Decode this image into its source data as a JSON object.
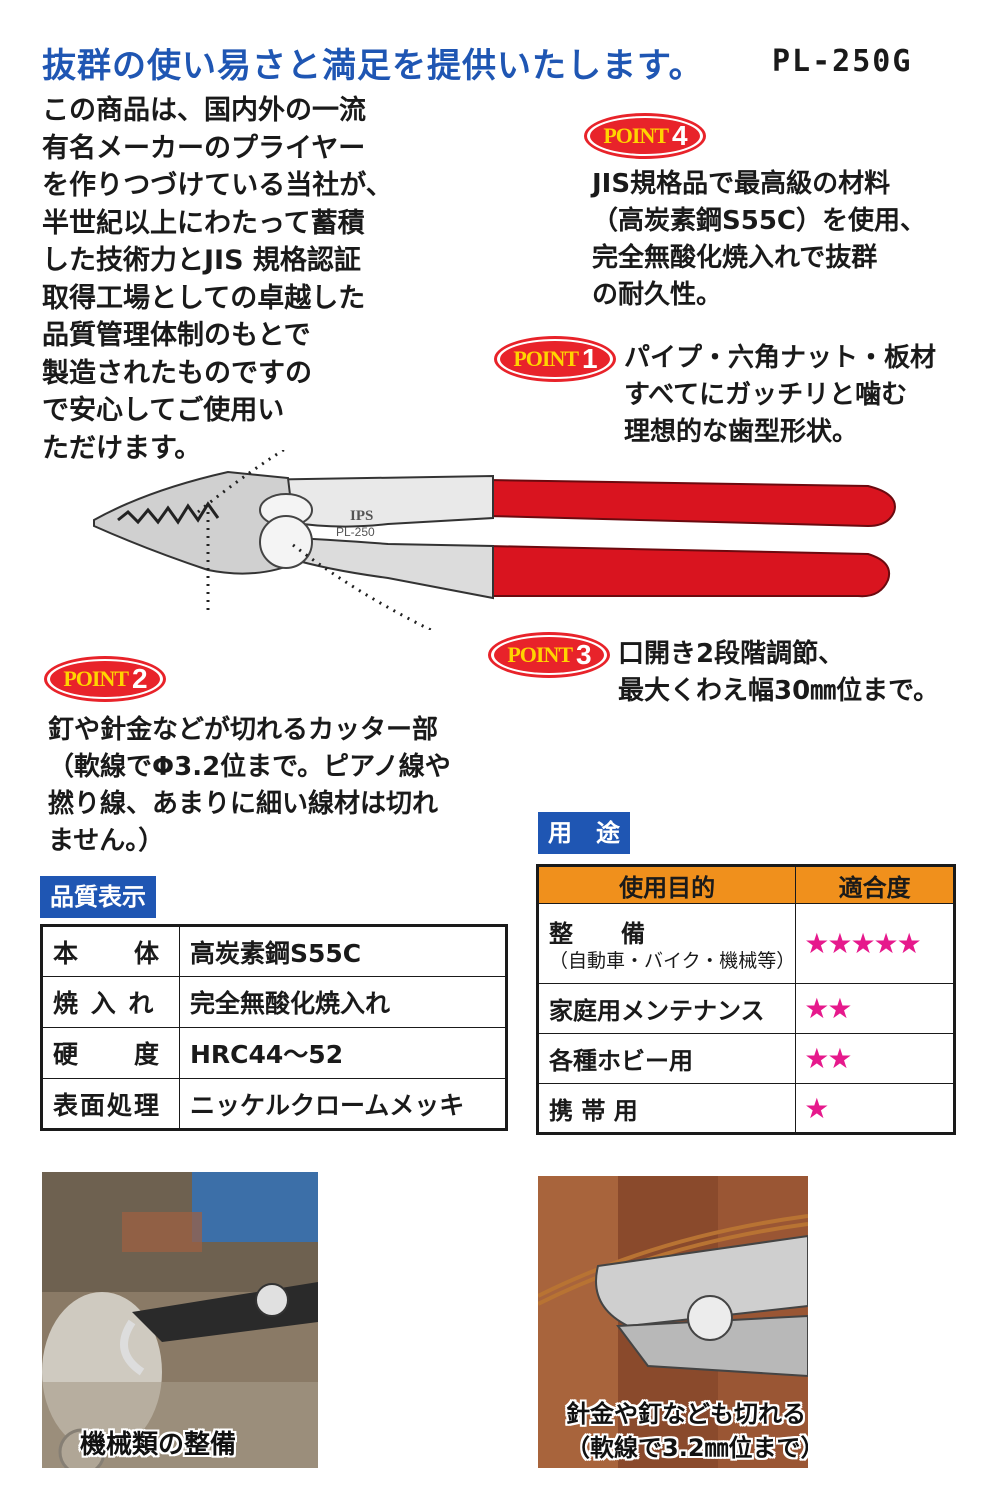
{
  "header": {
    "headline": "抜群の使い易さと満足を提供いたします。",
    "model": "PL-250G"
  },
  "intro": {
    "lines": [
      "この商品は、国内外の一流",
      "有名メーカーのプライヤー",
      "を作りつづけている当社が、",
      "半世紀以上にわたって蓄積",
      "した技術力とJIS 規格認証",
      "取得工場としての卓越した",
      "品質管理体制のもとで",
      "製造されたものですの",
      "で安心してご使用い",
      "ただけます。"
    ]
  },
  "badge_word": "POINT",
  "points": {
    "p1": {
      "num": "1",
      "lines": [
        "パイプ・六角ナット・板材",
        "すべてにガッチリと噛む",
        "理想的な歯型形状。"
      ]
    },
    "p2": {
      "num": "2",
      "lines": [
        "釘や針金などが切れるカッター部",
        "（軟線でΦ3.2位まで。ピアノ線や",
        "撚り線、あまりに細い線材は切れ",
        "ません。）"
      ]
    },
    "p3": {
      "num": "3",
      "lines": [
        "口開き2段階調節、",
        "最大くわえ幅30㎜位まで。"
      ]
    },
    "p4": {
      "num": "4",
      "lines": [
        "JIS規格品で最高級の材料",
        "（高炭素鋼S55C）を使用、",
        "完全無酸化焼入れで抜群",
        "の耐久性。"
      ]
    }
  },
  "plier": {
    "brand": "IPS",
    "model": "PL-250"
  },
  "quality": {
    "label": "品質表示",
    "rows": [
      {
        "k": "本　　体",
        "v": "高炭素鋼S55C"
      },
      {
        "k": "焼 入 れ",
        "v": "完全無酸化焼入れ"
      },
      {
        "k": "硬　　度",
        "v": "HRC44～52"
      },
      {
        "k": "表面処理",
        "v": "ニッケルクロームメッキ"
      }
    ]
  },
  "usage": {
    "label": "用　途",
    "headers": [
      "使用目的",
      "適合度"
    ],
    "rows": [
      {
        "purpose": "整　　備",
        "sub": "（自動車・バイク・機械等）",
        "stars": "★★★★★"
      },
      {
        "purpose": "家庭用メンテナンス",
        "stars": "★★"
      },
      {
        "purpose": "各種ホビー用",
        "stars": "★★"
      },
      {
        "purpose": "携 帯 用",
        "stars": "★"
      }
    ]
  },
  "photos": {
    "left_caption": "機械類の整備",
    "right_caption_1": "針金や釘なども切れる",
    "right_caption_2": "（軟線で3.2㎜位まで）"
  },
  "colors": {
    "headline_blue": "#1f56b3",
    "badge_red": "#e8232a",
    "handle_red": "#d9141f",
    "header_orange": "#f0901c",
    "star_pink": "#e6198c"
  }
}
